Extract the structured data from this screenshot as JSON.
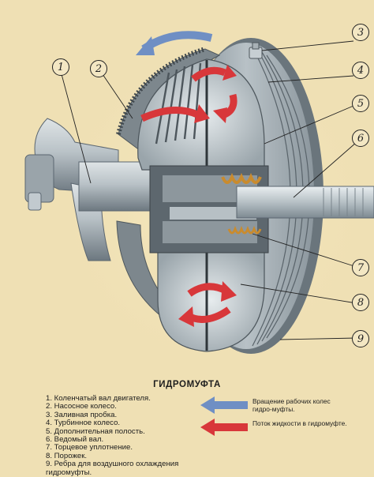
{
  "diagram": {
    "title": "ГИДРОМУФТА",
    "callouts": [
      "1",
      "2",
      "3",
      "4",
      "5",
      "6",
      "7",
      "8",
      "9"
    ],
    "parts": [
      "1. Коленчатый вал двигателя.",
      "2. Насосное колесо.",
      "3. Заливная пробка.",
      "4. Турбинное колесо.",
      "5. Дополнительная полость.",
      "6. Ведомый вал.",
      "7. Торцевое уплотнение.",
      "8. Порожек.",
      "9. Ребра для воздушного охлаждения гидромуфты."
    ],
    "arrow_legend": [
      {
        "text": "Вращение рабочих колес гидро-муфты.",
        "color": "#6f8fc4"
      },
      {
        "text": "Поток жидкости в гидромуфте.",
        "color": "#d8373a"
      }
    ],
    "colors": {
      "background": "#efe0b4",
      "casing": "#a9b3b9",
      "blue_arrow": "#6f8fc4",
      "red_arrow": "#d8373a",
      "spring": "#c98b2e"
    }
  }
}
